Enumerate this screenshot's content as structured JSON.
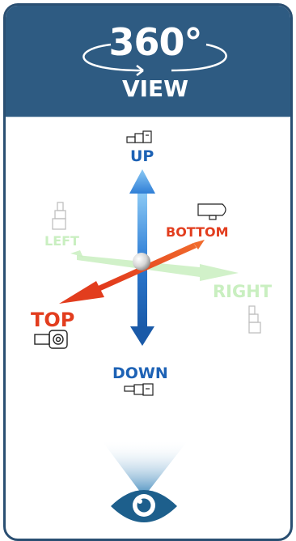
{
  "header": {
    "title_number": "360°",
    "title_word": "VIEW"
  },
  "axes": {
    "up": "UP",
    "down": "DOWN",
    "left": "LEFT",
    "right": "RIGHT",
    "top": "TOP",
    "bottom": "BOTTOM"
  },
  "colors": {
    "header_bg": "#2e5b82",
    "up_down": "#1d62b5",
    "top_bottom": "#e23d1e",
    "left_right": "#c9efc0",
    "eye": "#1d5f8c"
  },
  "icons": [
    "connector-up-icon",
    "connector-bottom-icon",
    "connector-left-icon",
    "connector-right-icon",
    "connector-top-icon",
    "connector-down-icon",
    "eye-icon",
    "rotate-arrow-icon"
  ]
}
